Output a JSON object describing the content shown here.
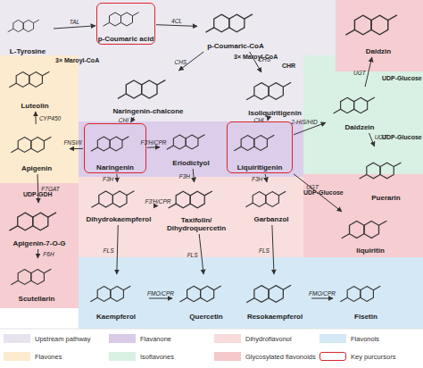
{
  "diagram": {
    "nodes": [
      {
        "text": [
          "L-Tyrosine"
        ]
      },
      {
        "text": [
          "p-Coumaric acid"
        ]
      },
      {
        "text": [
          "p-Coumaric-CoA"
        ]
      },
      {
        "text": [
          "Daidzin"
        ]
      },
      {
        "text": [
          "Luteolin"
        ]
      },
      {
        "text": [
          "Naringenin-chalcone"
        ]
      },
      {
        "text": [
          "Isoliquiritigenin"
        ]
      },
      {
        "text": [
          "Daidzein"
        ]
      },
      {
        "text": [
          "Apigenin"
        ]
      },
      {
        "text": [
          "Naringenin"
        ]
      },
      {
        "text": [
          "Eriodictyol"
        ]
      },
      {
        "text": [
          "Liquiritigenin"
        ]
      },
      {
        "text": [
          "Puerarin"
        ]
      },
      {
        "text": [
          "Apigenin-7-O-G"
        ]
      },
      {
        "text": [
          "Dihydrokaempferol"
        ]
      },
      {
        "text": [
          "Taxifolin/ Dihydroquercetin"
        ]
      },
      {
        "text": [
          "Garbanzol"
        ]
      },
      {
        "text": [
          "liquiritin"
        ]
      },
      {
        "text": [
          "Scutellarin"
        ]
      },
      {
        "text": [
          "Kaempferol"
        ]
      },
      {
        "text": [
          "Quercetin"
        ]
      },
      {
        "text": [
          "Resokaempferol"
        ]
      },
      {
        "text": [
          "Fisetin"
        ]
      }
    ],
    "edges": [
      {
        "from": 0,
        "to": 1,
        "label": "TAL",
        "arrow": "to"
      },
      {
        "from": 1,
        "to": 2,
        "label": "4CL",
        "arrow": "to"
      },
      {
        "from": 2,
        "to": 5,
        "label": "CHS",
        "arrow": "to"
      },
      {
        "from": 2,
        "to": 6,
        "label": "CHS",
        "arrow": "to"
      },
      {
        "from": 5,
        "to": 9,
        "label": "CHI",
        "arrow": "to"
      },
      {
        "from": 6,
        "to": 11,
        "label": "CHI",
        "arrow": "to"
      },
      {
        "from": 9,
        "to": 8,
        "label": "FNSI/II",
        "arrow": "to"
      },
      {
        "from": 8,
        "to": 4,
        "label": "CYP450",
        "arrow": "to"
      },
      {
        "from": 8,
        "to": 13,
        "label": "F7GAT",
        "arrow": "to"
      },
      {
        "from": 13,
        "to": 18,
        "label": "F6H",
        "arrow": "to"
      },
      {
        "from": 9,
        "to": 10,
        "label": "F3'H/CPR",
        "arrow": "to"
      },
      {
        "from": 9,
        "to": 14,
        "label": "F3H",
        "arrow": "to"
      },
      {
        "from": 10,
        "to": 15,
        "label": "F3H",
        "arrow": "to"
      },
      {
        "from": 11,
        "to": 16,
        "label": "F3H",
        "arrow": "to"
      },
      {
        "from": 14,
        "to": 15,
        "label": "F3'H/CPR",
        "arrow": "to"
      },
      {
        "from": 14,
        "to": 19,
        "label": "FLS",
        "arrow": "to"
      },
      {
        "from": 15,
        "to": 20,
        "label": "FLS",
        "arrow": "to"
      },
      {
        "from": 16,
        "to": 21,
        "label": "FLS",
        "arrow": "to"
      },
      {
        "from": 19,
        "to": 20,
        "label": "FMO/CPR",
        "arrow": "to"
      },
      {
        "from": 21,
        "to": 22,
        "label": "FMO/CPR",
        "arrow": "to"
      },
      {
        "from": 11,
        "to": 7,
        "label": "2-HIS/HID",
        "arrow": "to"
      },
      {
        "from": 7,
        "to": 3,
        "label": "UGT",
        "arrow": "to"
      },
      {
        "from": 7,
        "to": 12,
        "label": "UGT",
        "arrow": "to"
      },
      {
        "from": 11,
        "to": 17,
        "label": "UGT",
        "arrow": "to"
      }
    ],
    "labels": [
      "3× Maroyl-CoA",
      "3× Maroyl-CoA",
      "CHR",
      "UDP-GDH",
      "UDP-Glucose",
      "UDP-Glucose",
      "UDP-Glucose"
    ],
    "legend": [
      {
        "text": "Upstream pathway",
        "color": "#e6e3ee"
      },
      {
        "text": "Flavanone",
        "color": "#d9cbe8"
      },
      {
        "text": "Dihydroflavonol",
        "color": "#f8dcdc"
      },
      {
        "text": "Flavonols",
        "color": "#d5e8f5"
      },
      {
        "text": "Flavones",
        "color": "#fdebcf"
      },
      {
        "text": "Isoflavones",
        "color": "#d7f0e2"
      },
      {
        "text": "Glycosylated flavonoids",
        "color": "#f5c8cc"
      },
      {
        "text": "Key purcursors"
      }
    ]
  }
}
